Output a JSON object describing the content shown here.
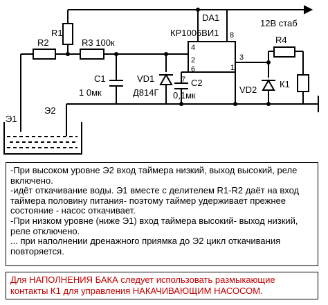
{
  "schematic": {
    "supply": "12В стаб",
    "chip_name": "DA1",
    "chip_part": "КР1006ВИ1",
    "pins": [
      "8",
      "4",
      "2",
      "6",
      "7",
      "1",
      "3"
    ],
    "r1": "R1",
    "r2": "R2",
    "r3": "R3 100к",
    "r4": "R4",
    "c1": "С1",
    "c1_value": "1 0мк",
    "vd1": "VD1",
    "vd1_part": "Д814Г",
    "c2": "С2",
    "c2_value": "0,1мк",
    "vd2": "VD2",
    "k1": "К1",
    "e1": "Э1",
    "e2": "Э2"
  },
  "note": [
    "-При высоком уровне Э2 вход таймера низкий, выход высокий, реле включено.",
    "-идёт откачивание воды. Э1 вместе с делителем R1-R2 даёт на вход таймера половину питания- поэтому таймер удерживает прежнее состояние - насос откачивает.",
    "-При низком уровне (ниже Э1) вход таймера высокий- выход низкий, реле отключено.",
    "... при наполнении дренажного приямка до Э2 цикл откачивания повторяется."
  ],
  "warning": "Для НАПОЛНЕНИЯ БАКА следует использовать размыкающие контакты К1 для управления НАКАЧИВАЮЩИМ НАСОСОМ.",
  "colors": {
    "warning_text": "#c00000"
  }
}
